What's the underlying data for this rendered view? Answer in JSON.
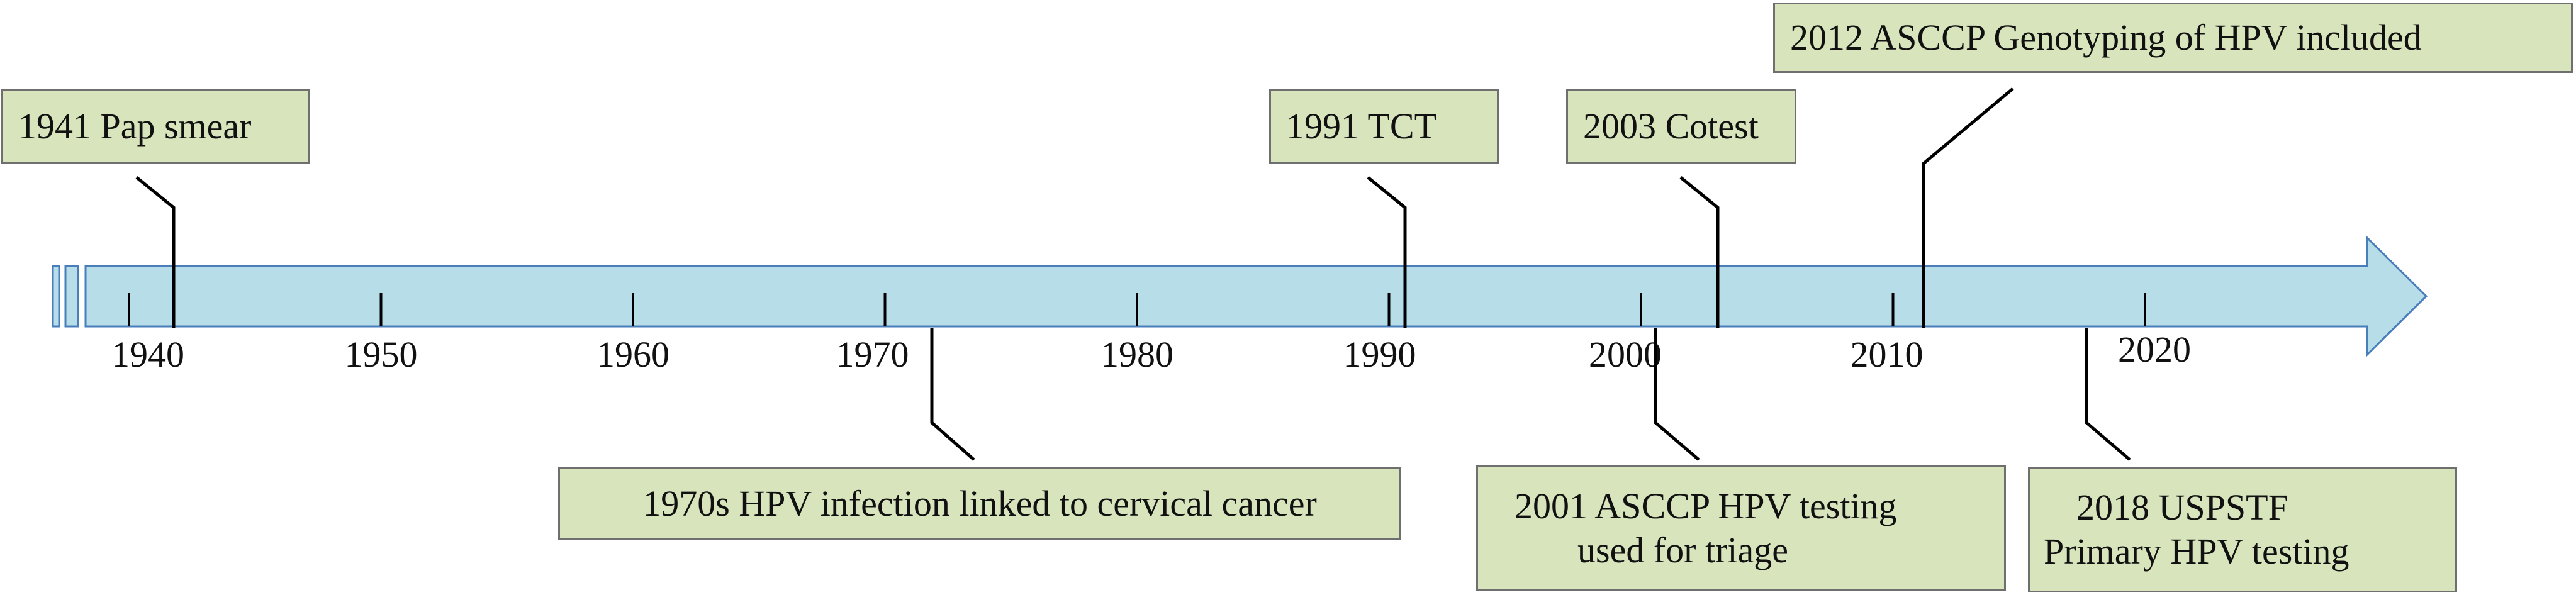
{
  "timeline": {
    "ticks": [
      "1940",
      "1950",
      "1960",
      "1970",
      "1980",
      "1990",
      "2000",
      "2010",
      "2020"
    ],
    "colors": {
      "arrow_fill": "#b7dde8",
      "arrow_stroke": "#4a7ebb",
      "box_fill": "#d8e4bc",
      "box_stroke": "#6f6f6f",
      "line": "#000000"
    }
  },
  "events": {
    "e1941": "1941 Pap smear",
    "e1970s": "1970s HPV infection linked to cervical cancer",
    "e1991": "1991 TCT",
    "e2001_line1": "2001 ASCCP HPV testing",
    "e2001_line2": "used for triage",
    "e2003": "2003 Cotest",
    "e2012": "2012 ASCCP Genotyping of HPV included",
    "e2018_line1": "2018 USPSTF",
    "e2018_line2": "Primary HPV testing"
  }
}
